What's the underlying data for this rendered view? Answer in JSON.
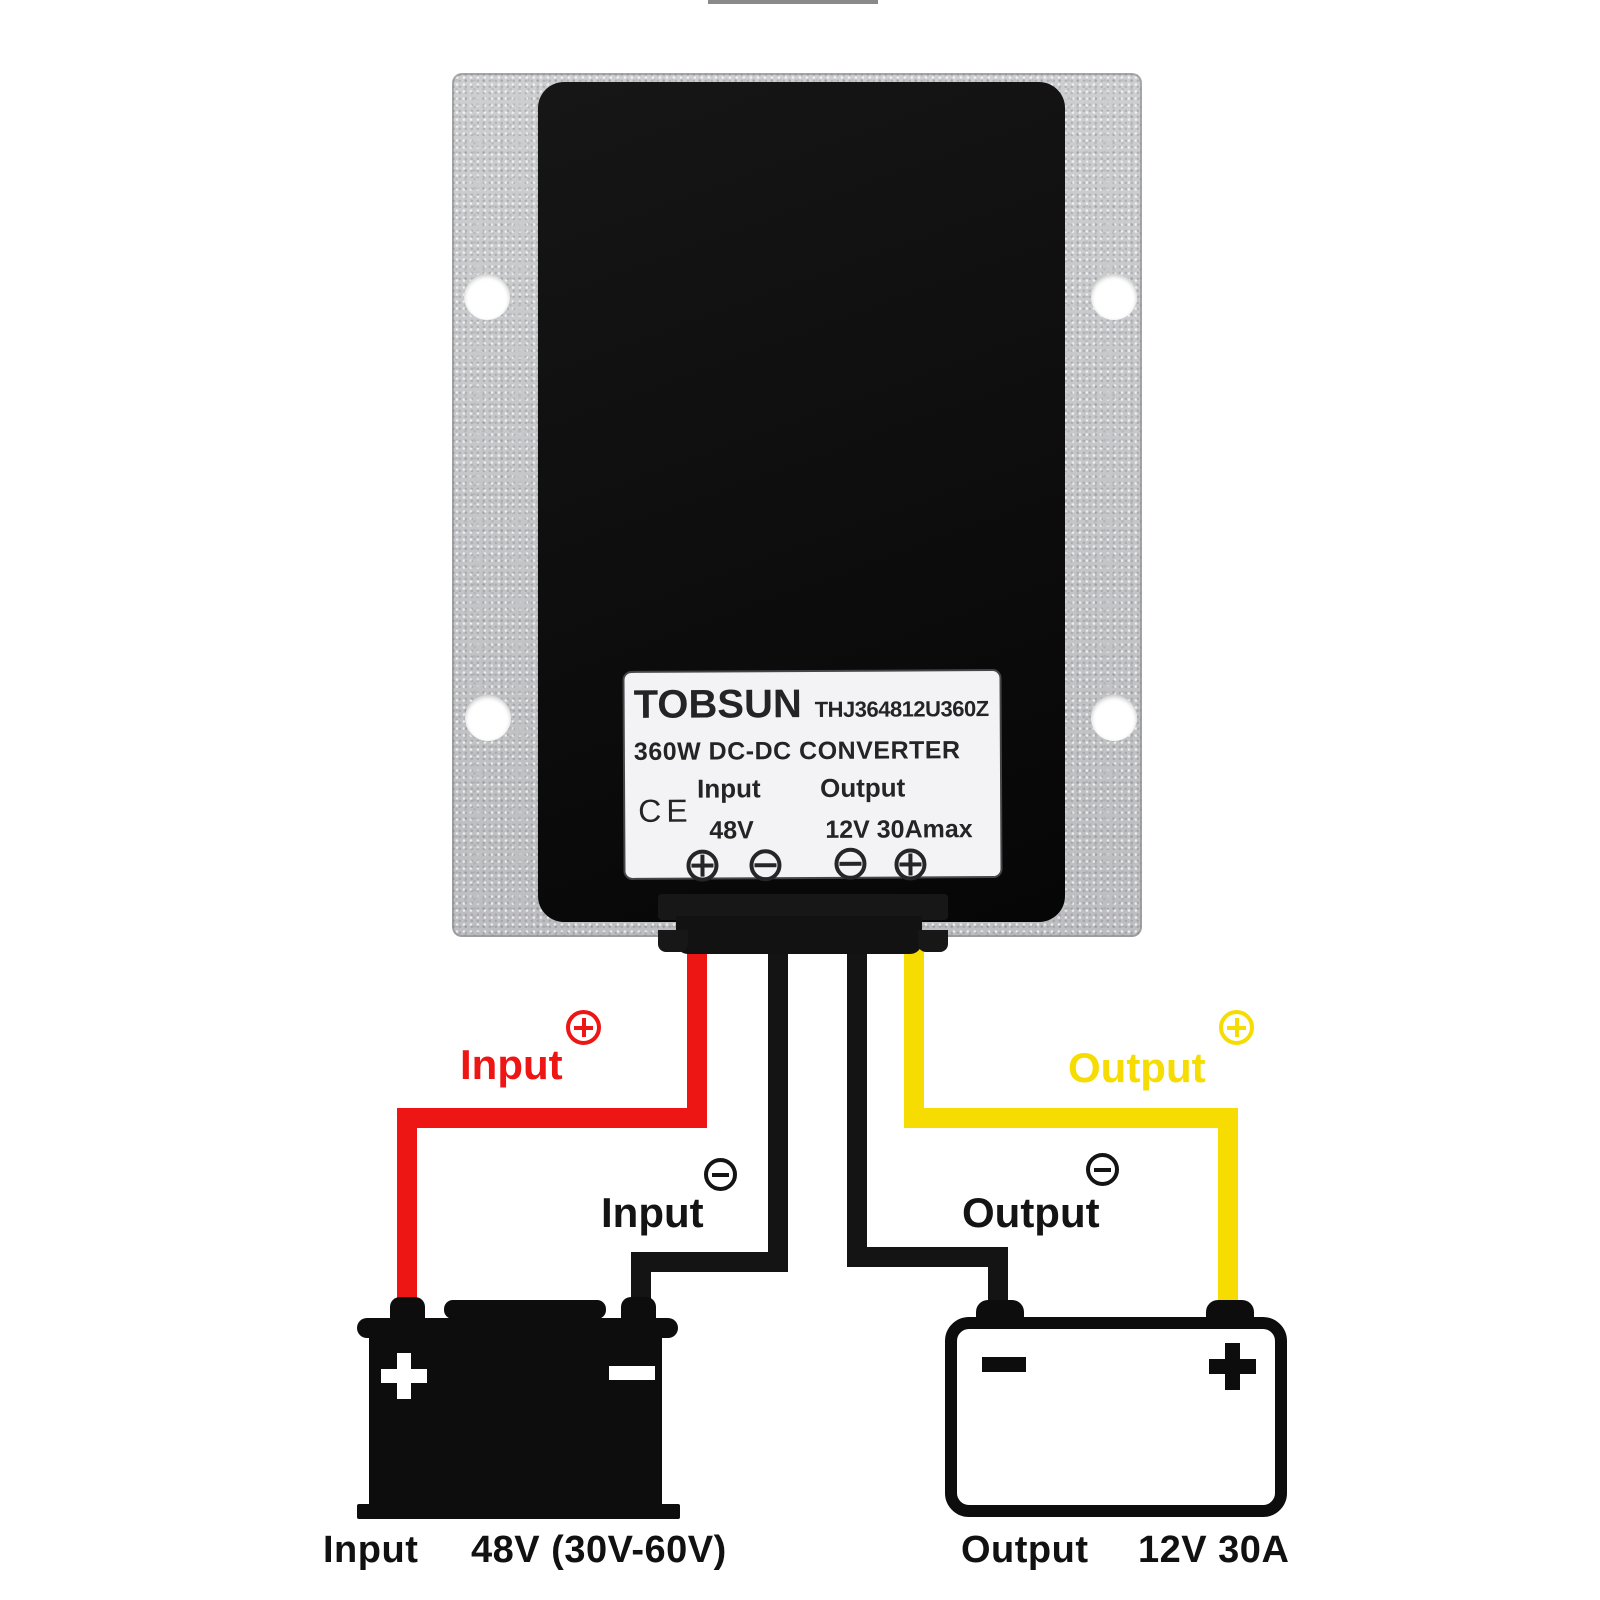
{
  "converter": {
    "brand": "TOBSUN",
    "model": "THJ364812U360Z",
    "product": "360W DC-DC CONVERTER",
    "ce_mark": "CE",
    "input_heading": "Input",
    "output_heading": "Output",
    "input_rating": "48V",
    "output_rating": "12V 30Amax",
    "terminal_icons": [
      "plus-screw",
      "minus-screw",
      "minus-screw",
      "plus-screw"
    ]
  },
  "wire_annotations": {
    "input_positive": {
      "label": "Input",
      "polarity": "+",
      "color": "#ee1515"
    },
    "input_negative": {
      "label": "Input",
      "polarity": "−",
      "color": "#141414"
    },
    "output_negative": {
      "label": "Output",
      "polarity": "−",
      "color": "#141414"
    },
    "output_positive": {
      "label": "Output",
      "polarity": "+",
      "color": "#f6dc00"
    }
  },
  "batteries": {
    "input": {
      "caption_label": "Input",
      "caption_value": "48V (30V-60V)",
      "left_terminal": "+",
      "right_terminal": "−"
    },
    "output": {
      "caption_label": "Output",
      "caption_value": "12V 30A",
      "left_terminal": "−",
      "right_terminal": "+"
    }
  },
  "colors": {
    "plate": "#c6c7c9",
    "device_body": "#0d0d0d",
    "label_background": "#f3f3f5",
    "wire_red": "#ee1515",
    "wire_black": "#141414",
    "wire_yellow": "#f6dc00"
  }
}
